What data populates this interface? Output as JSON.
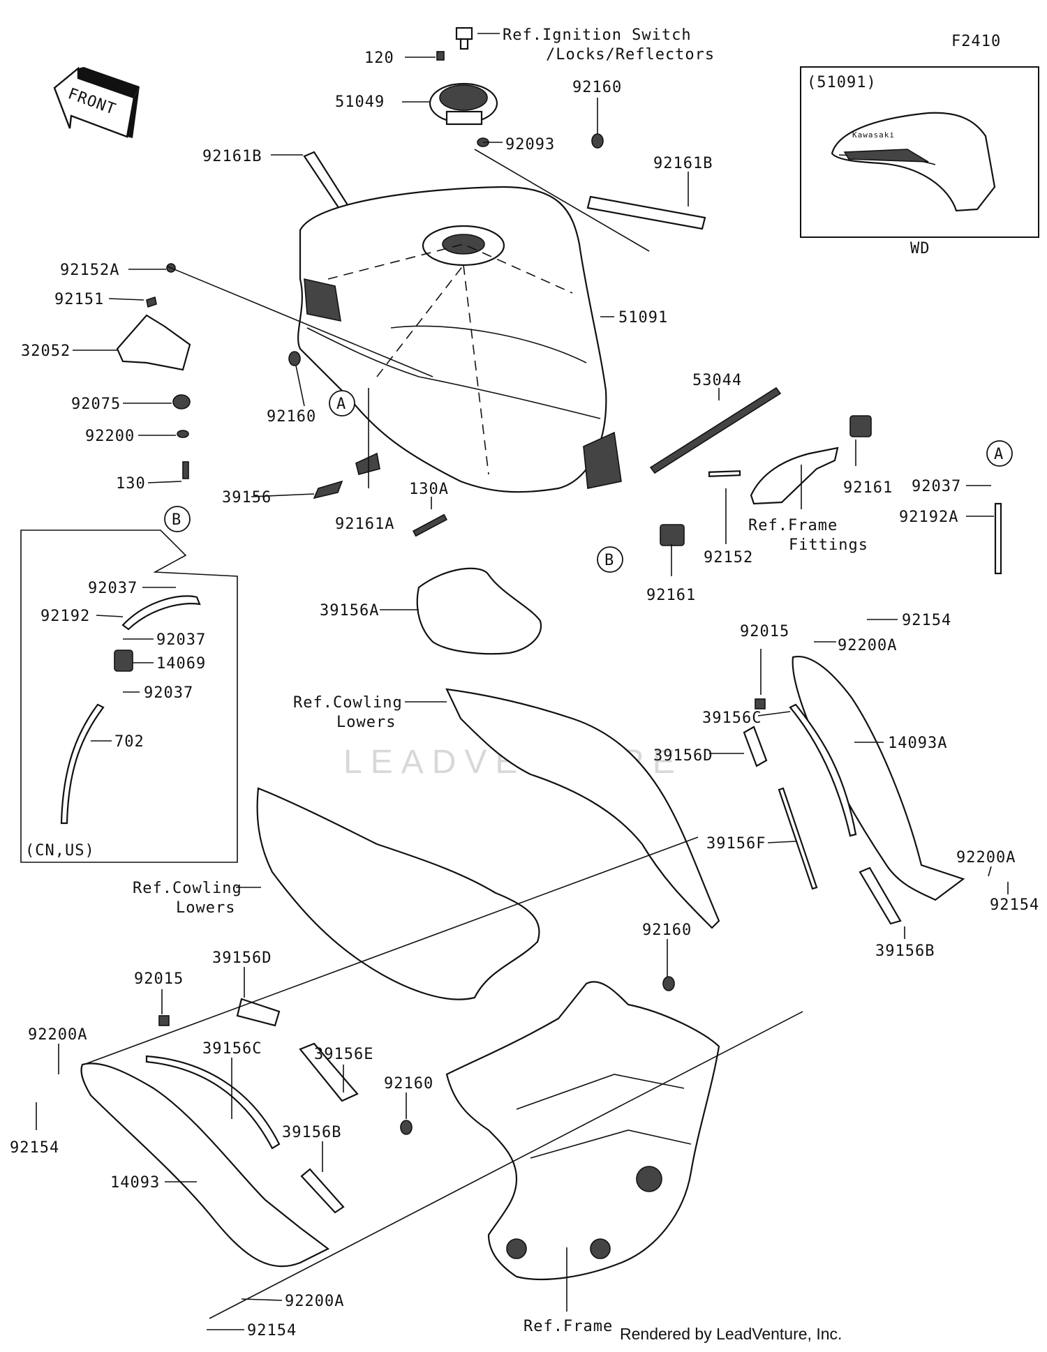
{
  "page_code": "F2410",
  "inset": {
    "title": "(51091)",
    "caption": "WD",
    "tank_badge": "Kawasaki"
  },
  "front_arrow": "FRONT",
  "callouts": {
    "A_upper": "A",
    "A_right": "A",
    "B_upper": "B",
    "B_box": "B"
  },
  "labels": {
    "l120": "120",
    "l51049": "51049",
    "ref_ignition_1": "Ref.Ignition Switch",
    "ref_ignition_2": "/Locks/Reflectors",
    "l92160_top": "92160",
    "l92093": "92093",
    "l92161B_left": "92161B",
    "l92161B_right": "92161B",
    "l92152A": "92152A",
    "l92151": "92151",
    "l32052": "32052",
    "l92075": "92075",
    "l92200": "92200",
    "l130": "130",
    "l39156": "39156",
    "l92161A": "92161A",
    "l92160_mid": "92160",
    "l51091": "51091",
    "l53044": "53044",
    "l92161_right": "92161",
    "l92037_right": "92037",
    "l92192A": "92192A",
    "l130A": "130A",
    "l92152": "92152",
    "ref_frame_fittings_1": "Ref.Frame",
    "ref_frame_fittings_2": "Fittings",
    "l92161_mid": "92161",
    "l39156A": "39156A",
    "l92015_right": "92015",
    "l92154_top": "92154",
    "l92200A_top": "92200A",
    "ref_cowling_1a": "Ref.Cowling",
    "ref_cowling_1b": "Lowers",
    "l39156C_right": "39156C",
    "l39156D_right": "39156D",
    "l14093A": "14093A",
    "l39156F": "39156F",
    "l92200A_right": "92200A",
    "l92154_right": "92154",
    "ref_cowling_2a": "Ref.Cowling",
    "ref_cowling_2b": "Lowers",
    "l39156B_right": "39156B",
    "l92160_low": "92160",
    "l39156D_left": "39156D",
    "l92015_left": "92015",
    "l92200A_left": "92200A",
    "l39156C_left": "39156C",
    "l39156E": "39156E",
    "l92160_frame": "92160",
    "l92154_left": "92154",
    "l39156B_left": "39156B",
    "l14093": "14093",
    "l92200A_bottom": "92200A",
    "l92154_bottom": "92154",
    "ref_frame": "Ref.Frame",
    "box_92037_a": "92037",
    "box_92192": "92192",
    "box_92037_b": "92037",
    "box_14069": "14069",
    "box_92037_c": "92037",
    "box_702": "702",
    "box_region": "(CN,US)"
  },
  "watermark": "LEADVENTURE",
  "credit": "Rendered by LeadVenture, Inc."
}
